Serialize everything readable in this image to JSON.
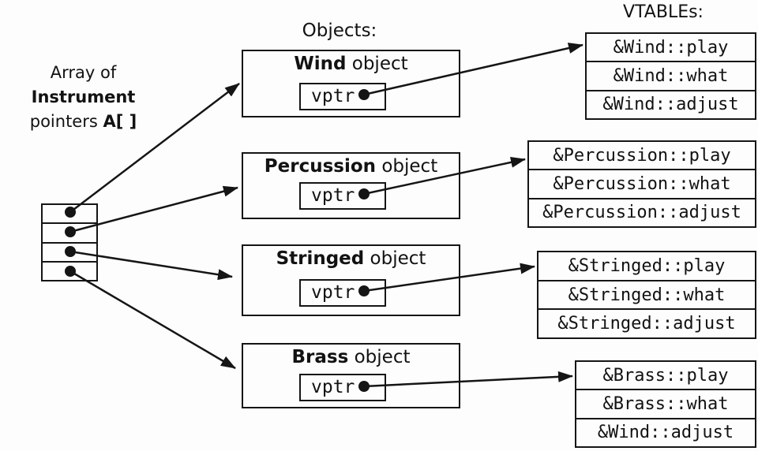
{
  "headings": {
    "objects": "Objects:",
    "vtables": "VTABLEs:"
  },
  "array_label": {
    "line1": "Array of",
    "line2": "Instrument",
    "line3_prefix": "pointers ",
    "line3_bold": "A[ ]"
  },
  "objects": [
    {
      "name": "Wind",
      "type_suffix": " object",
      "vptr_label": "vptr"
    },
    {
      "name": "Percussion",
      "type_suffix": " object",
      "vptr_label": "vptr"
    },
    {
      "name": "Stringed",
      "type_suffix": " object",
      "vptr_label": "vptr"
    },
    {
      "name": "Brass",
      "type_suffix": " object",
      "vptr_label": "vptr"
    }
  ],
  "vtables": [
    {
      "entries": [
        "&Wind::play",
        "&Wind::what",
        "&Wind::adjust"
      ]
    },
    {
      "entries": [
        "&Percussion::play",
        "&Percussion::what",
        "&Percussion::adjust"
      ]
    },
    {
      "entries": [
        "&Stringed::play",
        "&Stringed::what",
        "&Stringed::adjust"
      ]
    },
    {
      "entries": [
        "&Brass::play",
        "&Brass::what",
        "&Wind::adjust"
      ]
    }
  ],
  "colors": {
    "line": "#151515",
    "background": "#fdfdfd",
    "text": "#121212"
  }
}
